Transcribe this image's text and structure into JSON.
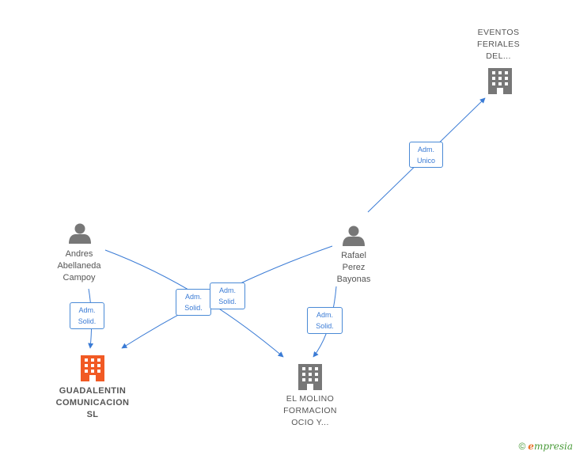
{
  "colors": {
    "edge": "#3a7bd5",
    "person_icon": "#777777",
    "company_icon": "#777777",
    "main_company_icon": "#f15a24",
    "text": "#555555"
  },
  "nodes": {
    "eventos": {
      "lines": [
        "EVENTOS",
        "FERIALES",
        "DEL..."
      ]
    },
    "andres": {
      "lines": [
        "Andres",
        "Abellaneda",
        "Campoy"
      ]
    },
    "rafael": {
      "lines": [
        "Rafael",
        "Perez",
        "Bayonas"
      ]
    },
    "guadalentin": {
      "lines": [
        "GUADALENTIN",
        "COMUNICACION",
        "SL"
      ]
    },
    "molino": {
      "lines": [
        "EL MOLINO",
        "FORMACION",
        "OCIO Y..."
      ]
    }
  },
  "edges": {
    "rafael_eventos": [
      "Adm.",
      "Unico"
    ],
    "andres_guadalentin": [
      "Adm.",
      "Solid."
    ],
    "andres_molino": [
      "Adm.",
      "Solid."
    ],
    "rafael_guadalentin": [
      "Adm.",
      "Solid."
    ],
    "rafael_molino": [
      "Adm.",
      "Solid."
    ]
  },
  "footer": {
    "copyright": "©",
    "brand_initial": "e",
    "brand_rest": "mpresia"
  }
}
